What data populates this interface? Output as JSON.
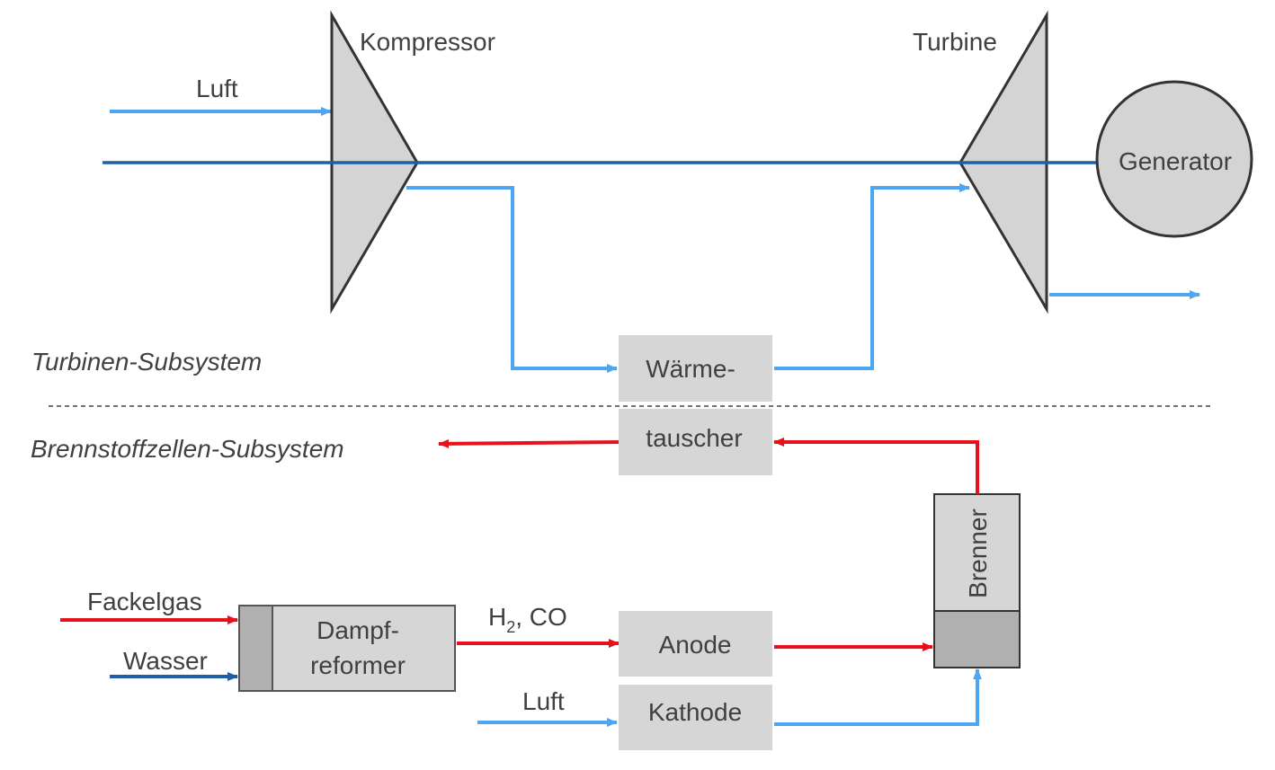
{
  "colors": {
    "air": "#4da6f2",
    "shaft": "#1f5fa8",
    "fuel": "#e8101a",
    "water": "#1f5fa8",
    "box_fill": "#d6d6d6",
    "box_dark": "#b0b0b0",
    "machine_fill": "#d4d4d4",
    "outline": "#333333",
    "text": "#404040"
  },
  "turbine_section": {
    "air_in_label": "Luft",
    "compressor_label": "Kompressor",
    "turbine_label": "Turbine",
    "generator_label": "Generator"
  },
  "heat_exchanger": {
    "label_top": "Wärme-",
    "label_bottom": "tauscher"
  },
  "subsystems": {
    "turbine": "Turbinen-Subsystem",
    "fuel_cell": "Brennstoffzellen-Subsystem"
  },
  "fuel_cell_section": {
    "flare_gas_label": "Fackelgas",
    "water_label": "Wasser",
    "reformer_line1": "Dampf-",
    "reformer_line2": "reformer",
    "syngas_h": "H",
    "syngas_sub": "2",
    "syngas_rest": ", CO",
    "anode_label": "Anode",
    "cathode_label": "Kathode",
    "cathode_air_label": "Luft",
    "burner_label": "Brenner"
  }
}
